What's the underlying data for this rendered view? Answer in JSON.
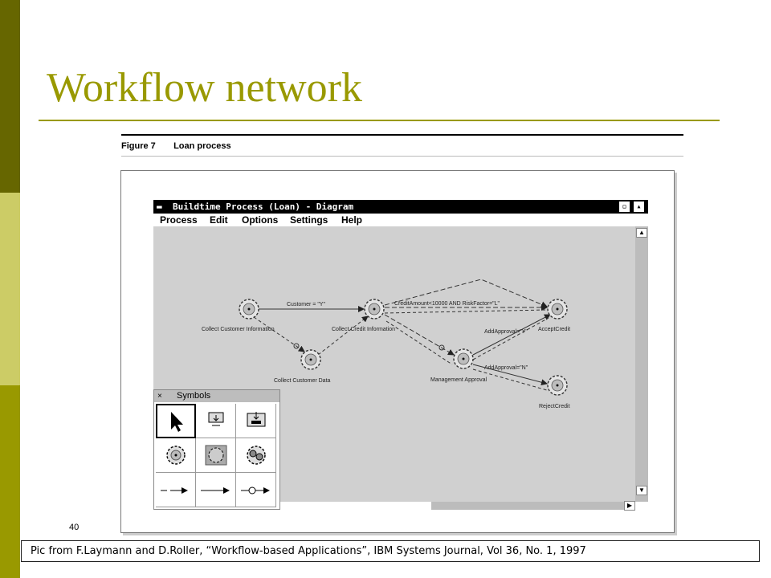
{
  "slide": {
    "title": "Workflow network",
    "number": "40",
    "credit": "Pic from F.Laymann and D.Roller, “Workflow-based Applications”, IBM Systems Journal, Vol 36, No. 1, 1997"
  },
  "figure": {
    "number": "Figure 7",
    "caption": "Loan process"
  },
  "window": {
    "title": "Buildtime Process (Loan) - Diagram",
    "system_menu_icon": "system-menu-icon",
    "minimize_label": "▫",
    "maximize_label": "▴",
    "menu": [
      "Process",
      "Edit",
      "Options",
      "Settings",
      "Help"
    ]
  },
  "diagram": {
    "nodes": [
      {
        "id": "collect_customer_info",
        "label": "Collect Customer Information"
      },
      {
        "id": "collect_credit_info",
        "label": "Collect Credit Information"
      },
      {
        "id": "collect_customer_data",
        "label": "Collect Customer Data"
      },
      {
        "id": "management_approval",
        "label": "Management Approval"
      },
      {
        "id": "accept_credit",
        "label": "AcceptCredit"
      },
      {
        "id": "reject_credit",
        "label": "RejectCredit"
      }
    ],
    "edges": [
      {
        "from": "collect_customer_info",
        "to": "collect_credit_info",
        "label": "Customer = \"Y\""
      },
      {
        "from": "collect_credit_info",
        "to": "accept_credit",
        "label": "CreditAmount<10000 AND RiskFactor=\"L\""
      },
      {
        "from": "management_approval",
        "to": "accept_credit",
        "label": "AddApproval=\"Y\""
      },
      {
        "from": "management_approval",
        "to": "reject_credit",
        "label": "AddApproval=\"N\""
      }
    ]
  },
  "symbols_palette": {
    "title": "Symbols",
    "close_label": "×",
    "items": [
      "pointer-icon",
      "program-activity-icon",
      "process-activity-icon",
      "activity-node-icon",
      "block-icon",
      "bundle-icon",
      "control-connector-icon",
      "data-connector-icon",
      "default-connector-icon"
    ]
  },
  "colors": {
    "accent": "#999900",
    "bar_dark": "#666600",
    "bar_light": "#cccc66",
    "canvas": "#d0d0d0"
  }
}
